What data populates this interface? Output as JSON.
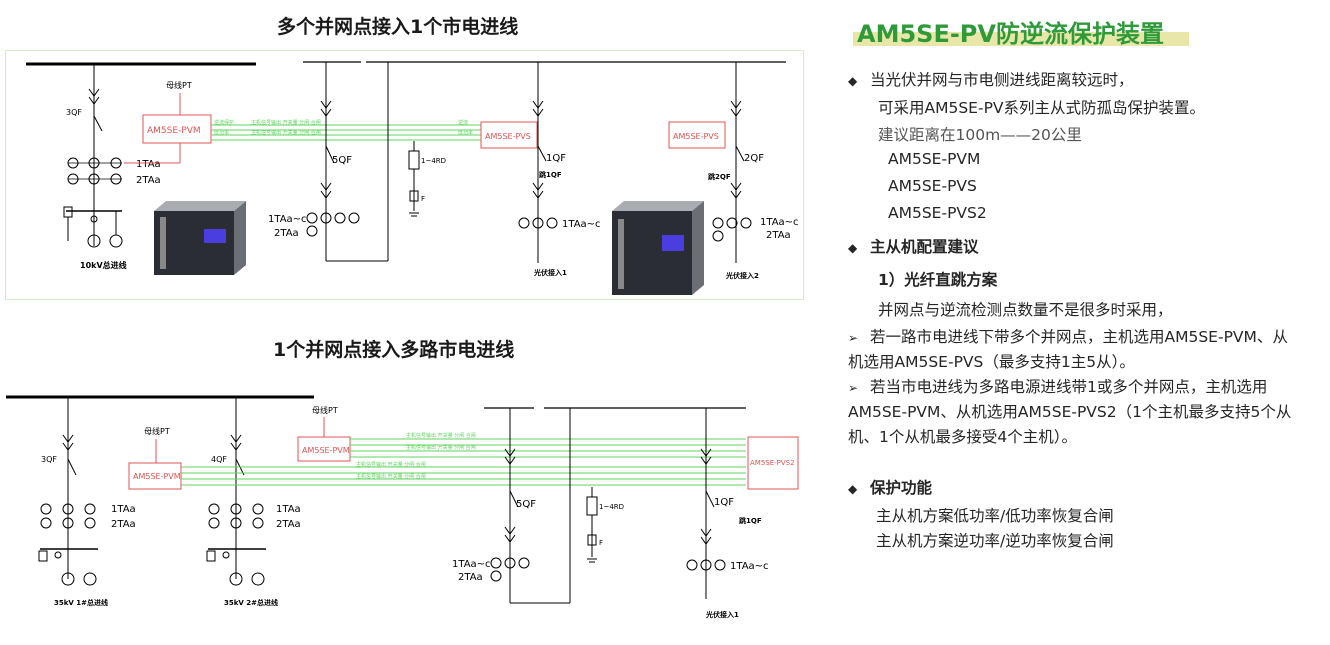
{
  "diagram_top": {
    "title": "多个并网点接入1个市电进线",
    "labels": {
      "pt": "母线PT",
      "qf3": "3QF",
      "qf5": "5QF",
      "qf1": "1QF",
      "qf2": "2QF",
      "ta1": "1TAa",
      "ta2": "2TAa",
      "ta1c": "1TAa~c",
      "rd": "1~4RD",
      "f": "F",
      "trip1": "跳1QF",
      "trip2": "跳2QF",
      "bus": "10kV总进线",
      "pv1": "光伏接入1",
      "pv2": "光伏接入2"
    },
    "boxes": {
      "pvm": "AM5SE-PVM",
      "pvs1": "AM5SE-PVS",
      "pvs2": "AM5SE-PVS"
    }
  },
  "diagram_bottom": {
    "title": "1个并网点接入多路市电进线",
    "labels": {
      "pt1": "母线PT",
      "pt2": "母线PT",
      "qf3": "3QF",
      "qf4": "4QF",
      "qf5": "5QF",
      "qf1": "1QF",
      "ta1": "1TAa",
      "ta2": "2TAa",
      "ta1c": "1TAa~c",
      "ta2a": "2TAa",
      "rd": "1~4RD",
      "f": "F",
      "trip1": "跳1QF",
      "bus1": "35kV 1#总进线",
      "bus2": "35kV 2#总进线",
      "pv1": "光伏接入1"
    },
    "boxes": {
      "pvm1": "AM5SE-PVM",
      "pvm2": "AM5SE-PVM",
      "pvs2": "AM5SE-PVS2"
    }
  },
  "info": {
    "heading": "AM5SE-PV防逆流保护装置",
    "lines": [
      "当光伏并网与市电侧进线距离较远时，",
      "可采用AM5SE-PV系列主从式防孤岛保护装置。",
      "建议距离在100m——20公里",
      "AM5SE-PVM",
      "AM5SE-PVS",
      "AM5SE-PVS2",
      "主从机配置建议",
      "1）光纤直跳方案",
      "并网点与逆流检测点数量不是很多时采用，",
      "若一路市电进线下带多个并网点，主机选用AM5SE-PVM、从",
      "机选用AM5SE-PVS（最多支持1主5从）。",
      "若当市电进线为多路电源进线带1或多个并网点，主机选用",
      "AM5SE-PVM、从机选用AM5SE-PVS2（1个主机最多支持5个从",
      "机、1个从机最多接受4个主机）。",
      "保护功能",
      "主从机方案低功率/低功率恢复合闸",
      "主从机方案逆功率/逆功率恢复合闸"
    ],
    "bullet_symbol": "◆",
    "arrow_symbol": "➢"
  },
  "colors": {
    "accent_green": "#2e9a39",
    "highlight": "#e9e7a8",
    "box_red": "#e05555",
    "signal_green": "#5fd35f"
  }
}
